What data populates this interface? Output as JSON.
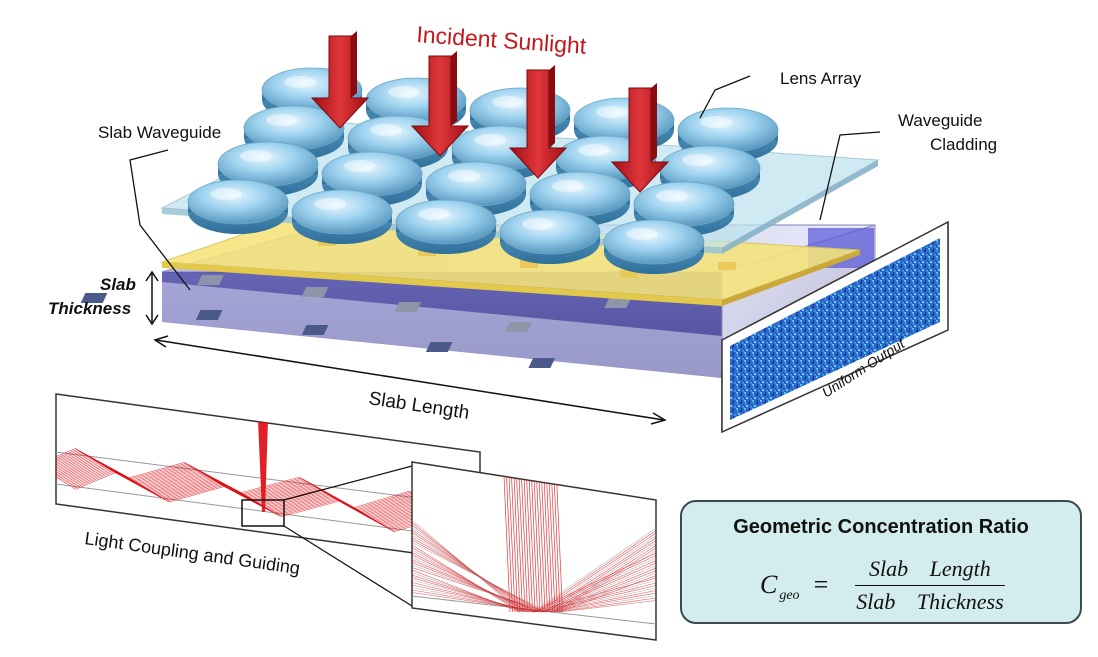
{
  "labels": {
    "incident_sunlight": "Incident Sunlight",
    "lens_array": "Lens Array",
    "waveguide_cladding_1": "Waveguide",
    "waveguide_cladding_2": "Cladding",
    "slab_waveguide": "Slab Waveguide",
    "slab_thickness_1": "Slab",
    "slab_thickness_2": "Thickness",
    "slab_length": "Slab Length",
    "uniform_output": "Uniform Output",
    "light_coupling": "Light Coupling and Guiding"
  },
  "formula": {
    "title": "Geometric Concentration Ratio",
    "symbol": "C",
    "subscript": "geo",
    "equals": "=",
    "numerator_1": "Slab",
    "numerator_2": "Length",
    "denominator_1": "Slab",
    "denominator_2": "Thickness"
  },
  "colors": {
    "arrow": "#c4161c",
    "lens": "#8ec8e6",
    "cladding": "#f3e27a",
    "slab_top": "#dcdcf2",
    "slab_front": "#3a3a9e",
    "rays": "#e0141a",
    "formula_box": "#d3ecee"
  }
}
